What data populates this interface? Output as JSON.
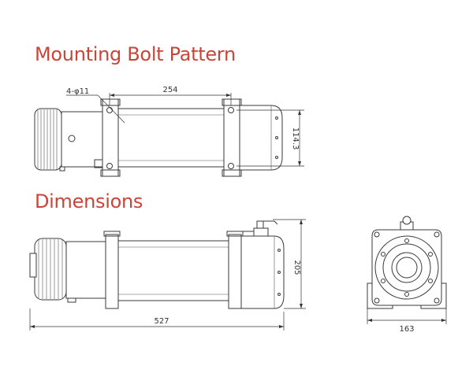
{
  "titles": {
    "mounting": "Mounting Bolt Pattern",
    "dimensions": "Dimensions"
  },
  "dimensions": {
    "hole_callout": "4-φ11",
    "bolt_spacing_length": "254",
    "bolt_spacing_width": "114.3",
    "height": "205",
    "overall_length": "527",
    "width": "163"
  },
  "colors": {
    "title": "#c9453a",
    "line": "#3a3a3a"
  }
}
